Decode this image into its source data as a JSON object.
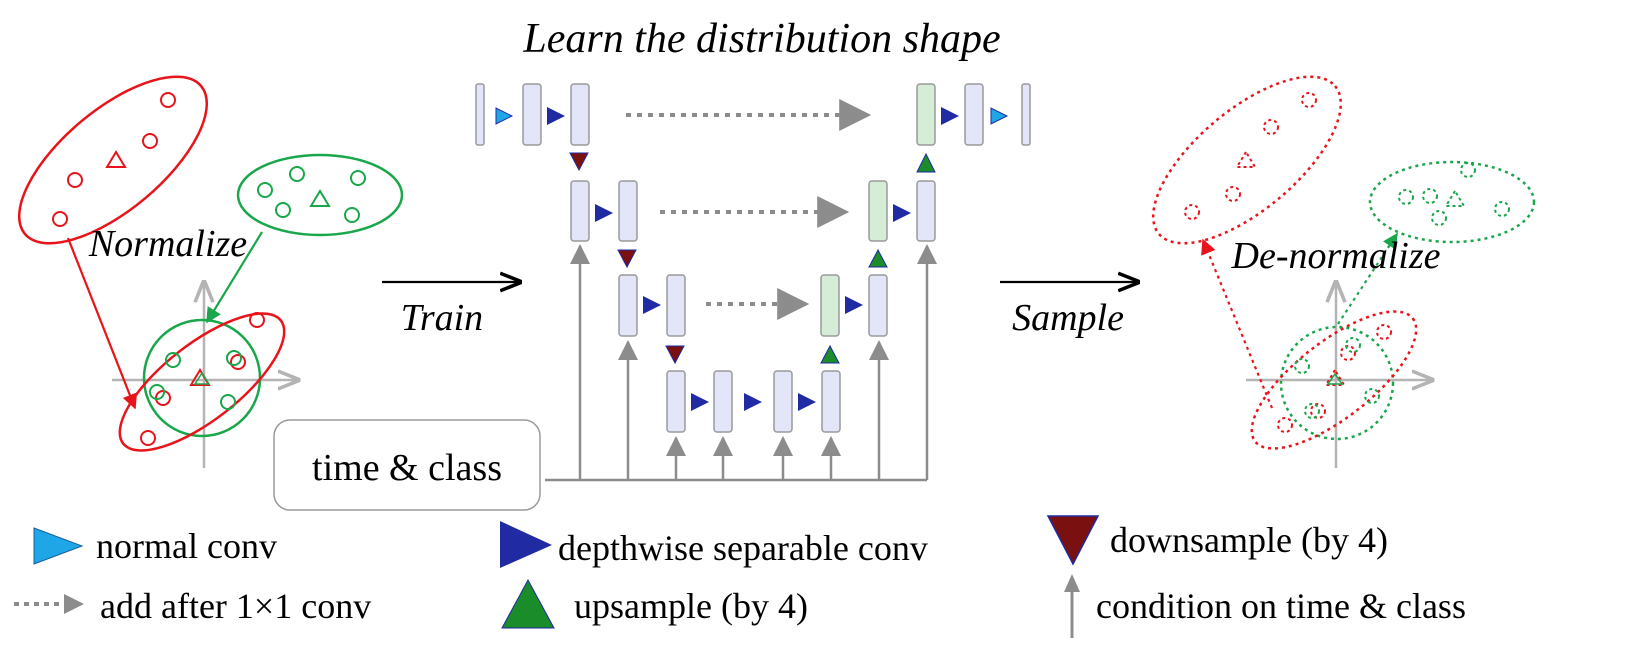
{
  "title": "Learn the distribution shape",
  "labels": {
    "normalize": "Normalize",
    "train": "Train",
    "sample": "Sample",
    "denormalize": "De-normalize",
    "condition_box": "time & class"
  },
  "legend": [
    {
      "id": "normal-conv",
      "text": "normal conv",
      "icon": "right-triangle-light-blue"
    },
    {
      "id": "add-after-1x1",
      "text": "add after 1×1 conv",
      "icon": "dotted-arrow-gray"
    },
    {
      "id": "depthwise",
      "text": "depthwise separable conv",
      "icon": "right-triangle-dark-blue"
    },
    {
      "id": "upsample",
      "text": "upsample (by 4)",
      "icon": "up-triangle-green"
    },
    {
      "id": "downsample",
      "text": "downsample (by 4)",
      "icon": "down-triangle-dark-red"
    },
    {
      "id": "condition",
      "text": "condition on time & class",
      "icon": "up-arrow-gray"
    }
  ],
  "colors": {
    "red": "#e8141a",
    "green": "#1aa64a",
    "block_fill": "#e3e6f8",
    "block_fill_green": "#d5ecd6",
    "block_stroke": "#9a9a9a",
    "light_blue": "#1fa6e6",
    "dark_blue": "#1f2aa3",
    "dark_red": "#7a1010",
    "arrow_gray": "#8c8c8c",
    "axis_gray": "#b4b4b4"
  }
}
